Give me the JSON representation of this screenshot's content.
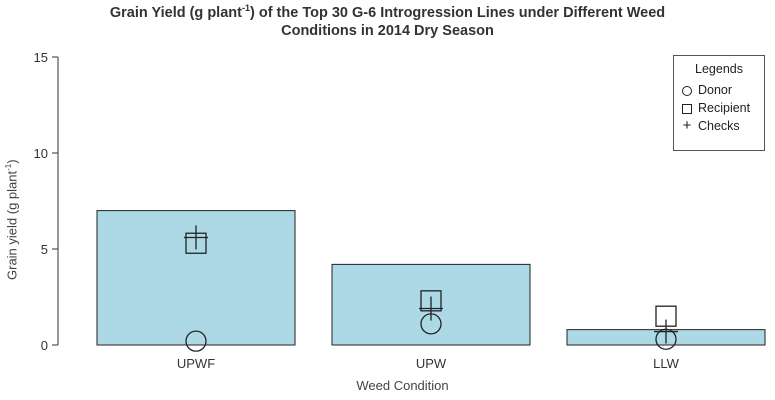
{
  "chart_data": {
    "type": "bar",
    "title_line1_pre": "Grain Yield (g plant",
    "title_sup": "-1",
    "title_line1_post": ") of the Top 30 G-6 Introgression Lines under Different Weed",
    "title_line2": "Conditions in 2014 Dry Season",
    "xlabel": "Weed Condition",
    "ylabel_pre": "Grain yield (g plant",
    "ylabel_sup": "-1",
    "ylabel_post": ")",
    "ylim": [
      0,
      15
    ],
    "yticks": [
      "0",
      "5",
      "10",
      "15"
    ],
    "categories": [
      "UPWF",
      "UPW",
      "LLW"
    ],
    "values": [
      7.0,
      4.2,
      0.8
    ],
    "bar_color": "#add8e6",
    "points": {
      "Donor": [
        0.2,
        1.1,
        0.3
      ],
      "Recipient": [
        5.3,
        2.3,
        1.5
      ],
      "Checks": [
        5.6,
        1.9,
        0.7
      ]
    },
    "legend": {
      "title": "Legends",
      "items": [
        "Donor",
        "Recipient",
        "Checks"
      ],
      "placement": "top-right"
    }
  }
}
